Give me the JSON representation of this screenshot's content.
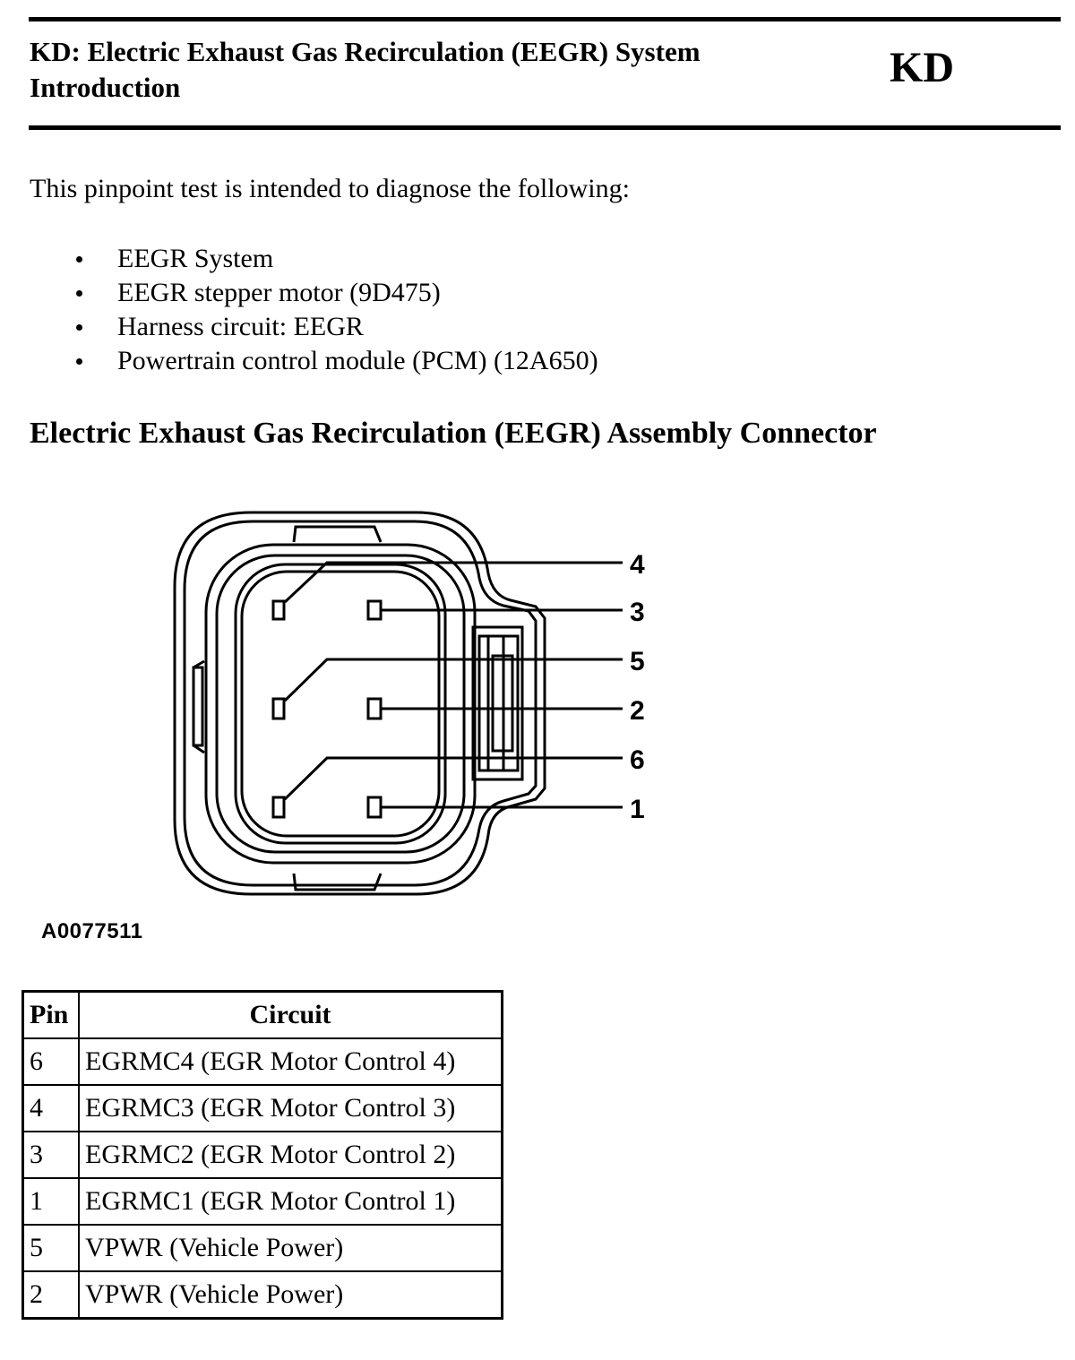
{
  "header": {
    "title_line1": "KD: Electric Exhaust Gas Recirculation (EEGR) System",
    "title_line2": "Introduction",
    "code": "KD"
  },
  "intro": "This pinpoint test is intended to diagnose the following:",
  "bullets": [
    "EEGR System",
    "EEGR stepper motor (9D475)",
    "Harness circuit: EEGR",
    "Powertrain control module (PCM) (12A650)"
  ],
  "section_heading": "Electric Exhaust Gas Recirculation (EEGR) Assembly Connector",
  "diagram": {
    "pin_labels": [
      "4",
      "3",
      "5",
      "2",
      "6",
      "1"
    ],
    "figure_id": "A0077511"
  },
  "table": {
    "headers": [
      "Pin",
      "Circuit"
    ],
    "rows": [
      {
        "pin": "6",
        "circuit": "EGRMC4 (EGR Motor Control 4)"
      },
      {
        "pin": "4",
        "circuit": "EGRMC3 (EGR Motor Control 3)"
      },
      {
        "pin": "3",
        "circuit": "EGRMC2 (EGR Motor Control 2)"
      },
      {
        "pin": "1",
        "circuit": "EGRMC1 (EGR Motor Control 1)"
      },
      {
        "pin": "5",
        "circuit": "VPWR (Vehicle Power)"
      },
      {
        "pin": "2",
        "circuit": "VPWR (Vehicle Power)"
      }
    ]
  }
}
